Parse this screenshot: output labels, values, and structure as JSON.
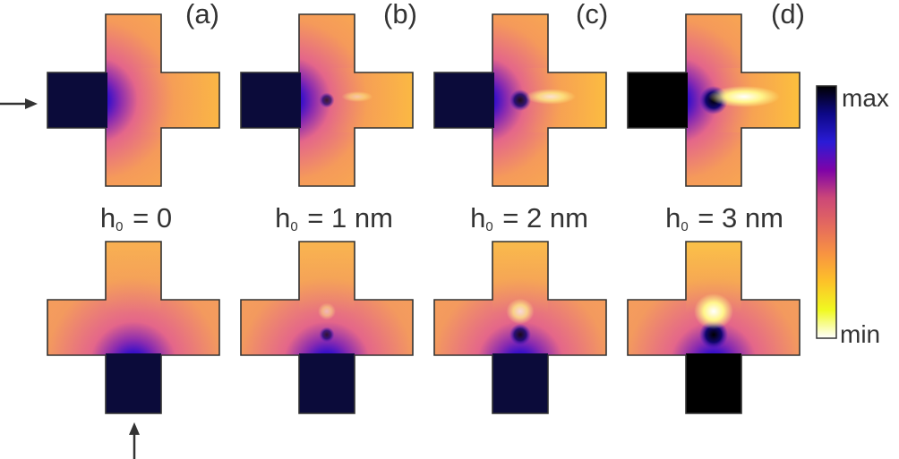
{
  "panels": [
    {
      "label": "(a)",
      "h_var": "h",
      "h_sub": "0",
      "h_value": " = 0",
      "top_intensity": 0.0,
      "bottom_intensity": 0.0
    },
    {
      "label": "(b)",
      "h_var": "h",
      "h_sub": "0",
      "h_value": " = 1 nm",
      "top_intensity": 0.25,
      "bottom_intensity": 0.25
    },
    {
      "label": "(c)",
      "h_var": "h",
      "h_sub": "0",
      "h_value": " = 2 nm",
      "top_intensity": 0.6,
      "bottom_intensity": 0.6
    },
    {
      "label": "(d)",
      "h_var": "h",
      "h_sub": "0",
      "h_value": " = 3 nm",
      "top_intensity": 1.0,
      "bottom_intensity": 1.0
    }
  ],
  "colorbar": {
    "max_label": "max",
    "min_label": "min",
    "colors": [
      "#000000",
      "#0d0887",
      "#2a1bd6",
      "#7e03a8",
      "#cc4778",
      "#e56b5d",
      "#f89441",
      "#fdc328",
      "#f0f921",
      "#ffffff"
    ]
  },
  "arrows": {
    "top_row": "left-input-arrow",
    "bottom_row": "bottom-input-arrow"
  }
}
